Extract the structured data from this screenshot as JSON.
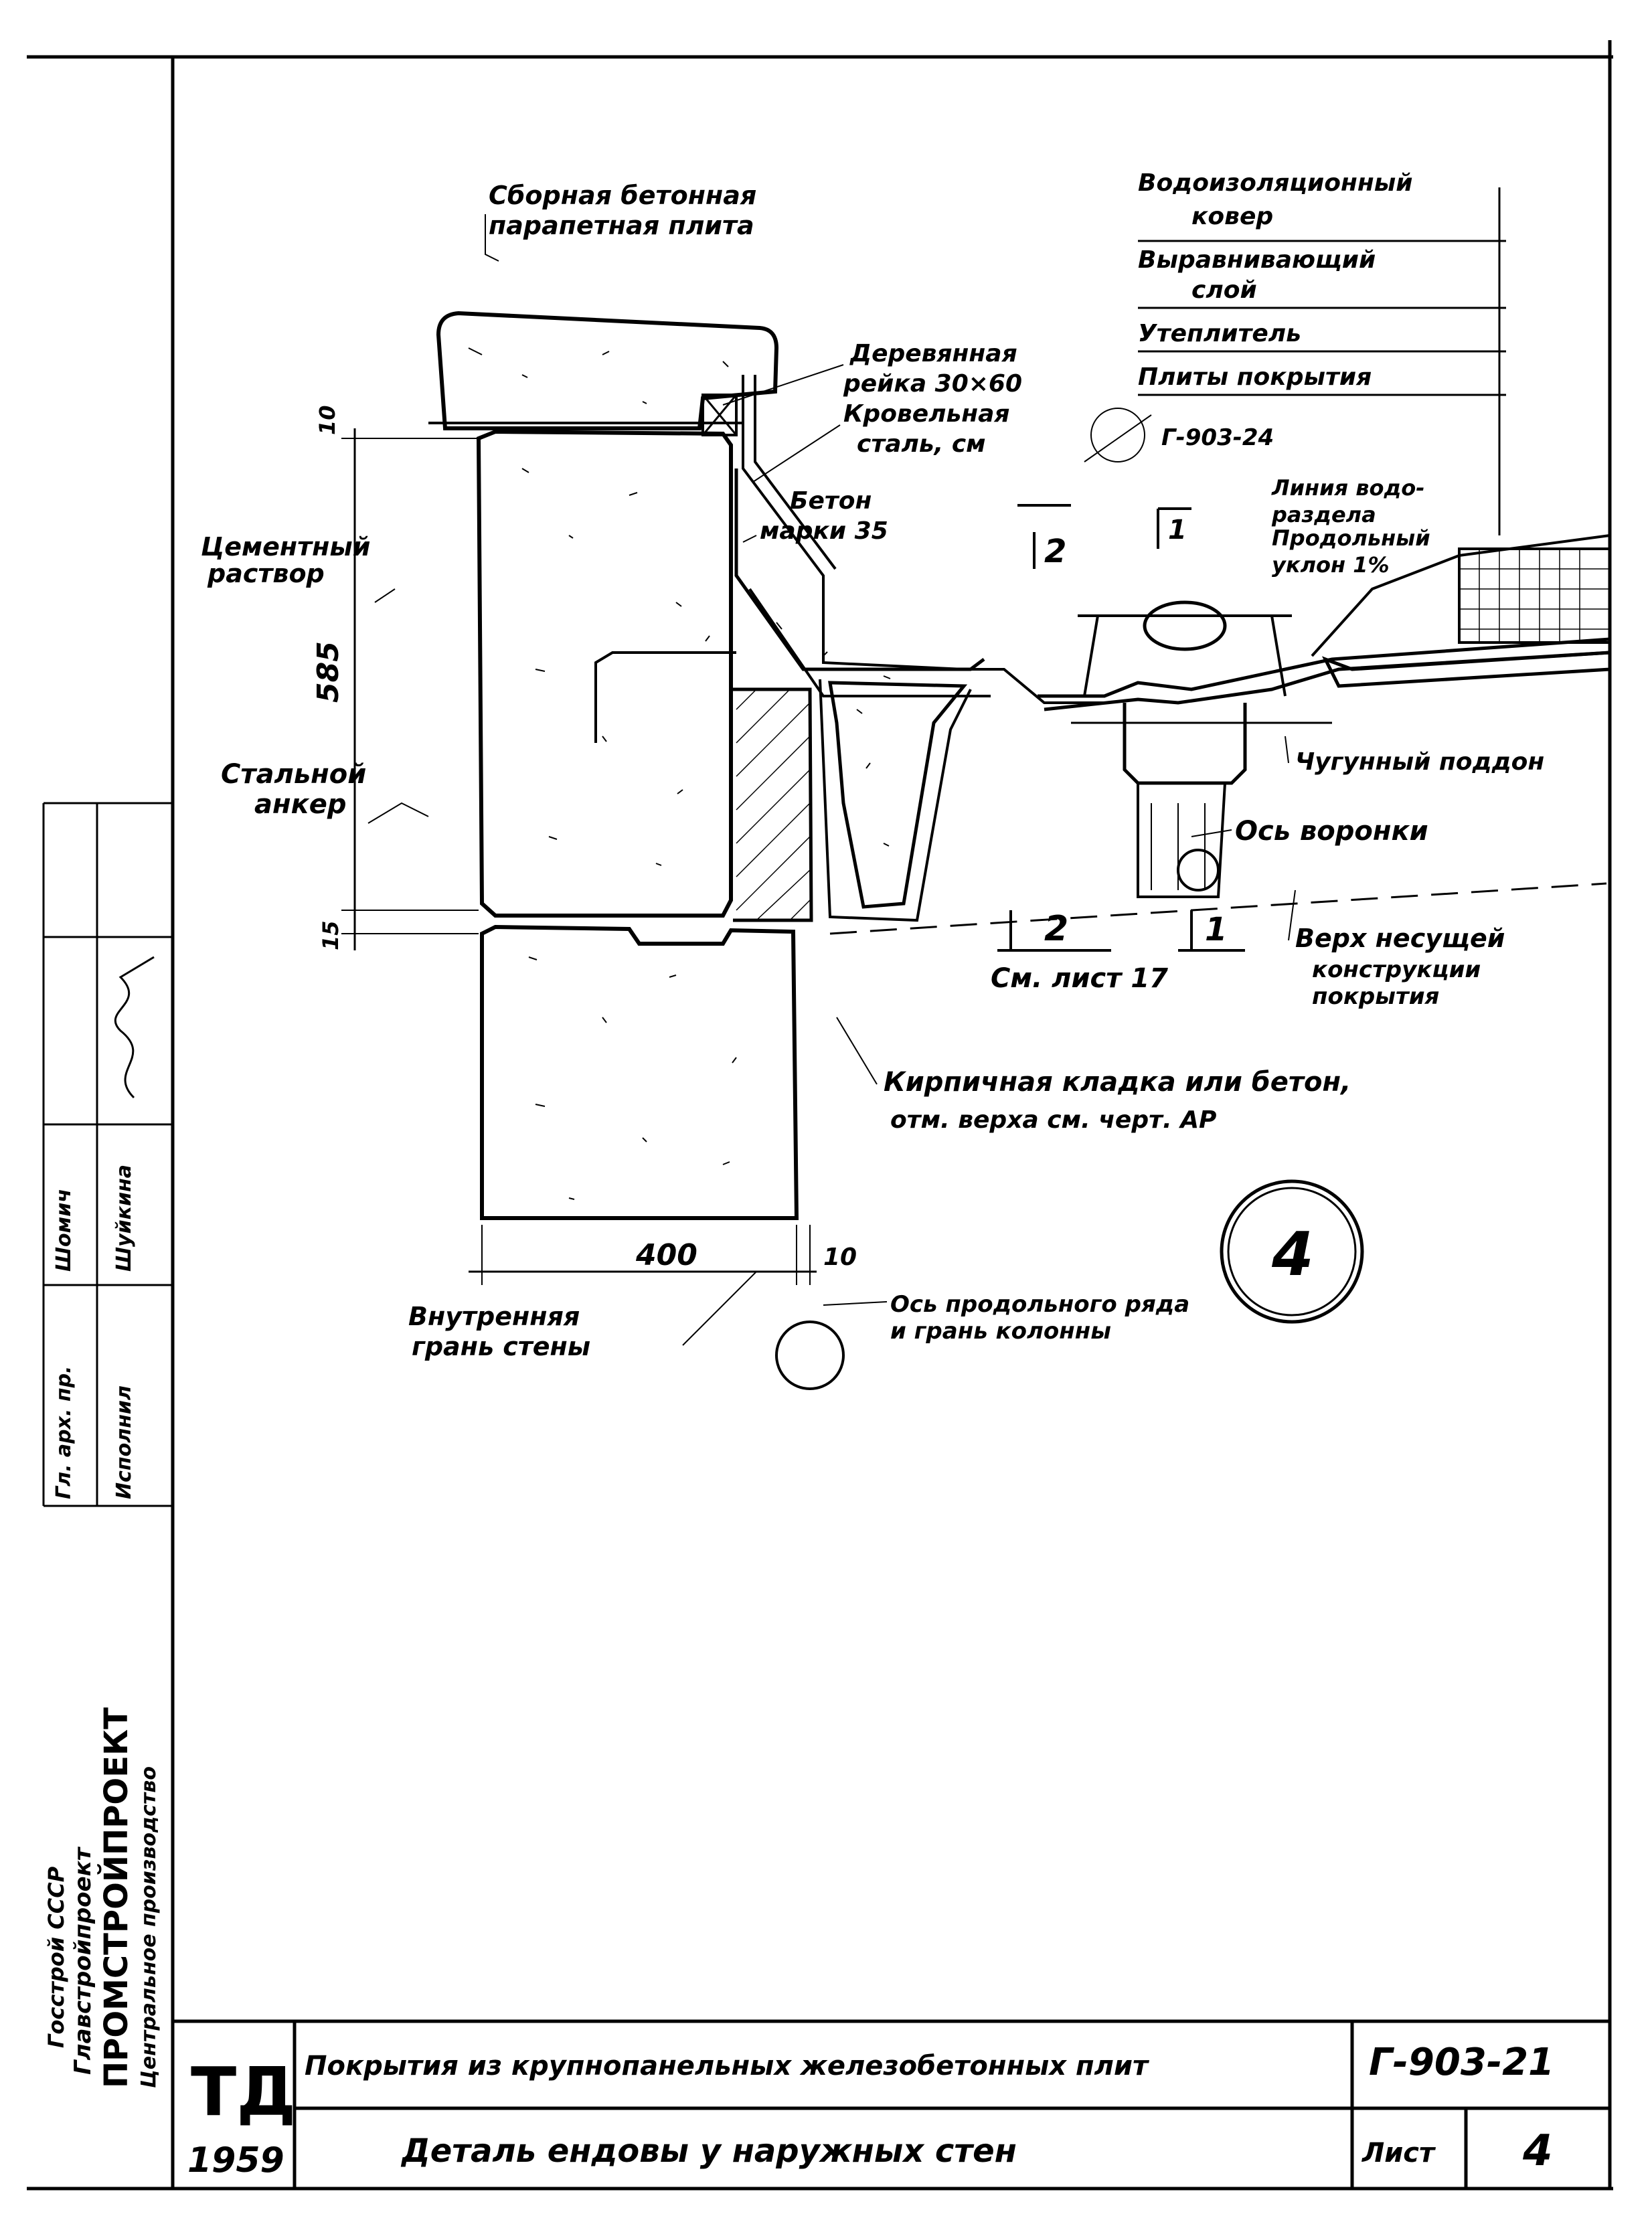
{
  "drawing": {
    "callouts": {
      "parapet_slab": [
        "Сборная бетонная",
        "парапетная плита"
      ],
      "timber_batten": [
        "Деревянная",
        "рейка 30×60"
      ],
      "roofing_steel": [
        "Кровельная",
        "сталь, см"
      ],
      "ref_sheet": "Г-903-24",
      "concrete": [
        "Бетон",
        "марки 35"
      ],
      "cement_mortar": [
        "Цементный",
        "раствор"
      ],
      "steel_anchor": [
        "Стальной",
        "анкер"
      ],
      "watershed": [
        "Линия водо-",
        "раздела",
        "Продольный",
        "уклон 1%"
      ],
      "cast_iron_tray": "Чугунный поддон",
      "funnel_axis": "Ось воронки",
      "bearing_top": [
        "Верх несущей",
        "конструкции",
        "покрытия"
      ],
      "masonry": [
        "Кирпичная кладка или бетон,",
        "отм. верха см. черт. АР"
      ],
      "inner_face": [
        "Внутренняя",
        "грань стены"
      ],
      "axis_row": [
        "Ось продольного ряда",
        "и грань колонны"
      ]
    },
    "layers": [
      "Водоизоляционный",
      "ковер",
      "Выравнивающий",
      "слой",
      "Утеплитель",
      "Плиты покрытия"
    ],
    "dimensions": {
      "d10_top": "10",
      "d585": "585",
      "d15": "15",
      "d400": "400",
      "d10_bottom": "10"
    },
    "sections": {
      "s2_top": "2",
      "s1_top": "1",
      "s2_bottom": "2",
      "s1_bottom": "1",
      "see_sheet": "См. лист 17"
    },
    "detail_number": "4"
  },
  "side_stamp": {
    "org1": "Госстрой СССР",
    "org2": "Главстройпроект",
    "org3": "ПРОМСТРОЙПРОЕКТ",
    "org4": "Центральное производство",
    "role1": "Гл. арх. пр.",
    "role2": "Исполнил",
    "role3": "Шомич",
    "role4": "Шуйкина"
  },
  "title_block": {
    "logo": "ТД",
    "year": "1959",
    "series_title": "Покрытия из крупнопанельных железобетонных плит",
    "sheet_title": "Деталь ендовы у наружных стен",
    "code": "Г-903-21",
    "sheet_label": "Лист",
    "sheet_number": "4"
  }
}
